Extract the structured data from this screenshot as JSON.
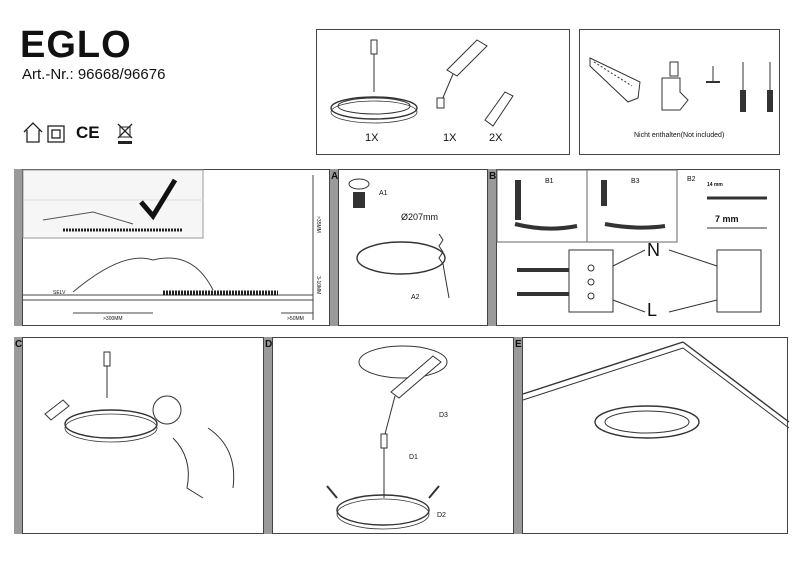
{
  "brand": "EGLO",
  "article_number": "Art.-Nr.: 96668/96676",
  "ce_mark": "CE",
  "parts": {
    "lamp_qty": "1X",
    "driver_qty": "1X",
    "clip_qty": "2X"
  },
  "tools": {
    "caption": "Nicht enthalten(Not included)"
  },
  "steps": {
    "a_label": "A",
    "a1": "A1",
    "a2": "A2",
    "cutout": "Ø207mm",
    "b_label": "B",
    "b1": "B1",
    "b2": "B2",
    "b3": "B3",
    "strip_14": "14 mm",
    "strip_7": "7 mm",
    "term_n": "N",
    "term_l": "L",
    "c_label": "C",
    "d_label": "D",
    "d1": "D1",
    "d2": "D2",
    "d3": "D3",
    "e_label": "E"
  },
  "installation": {
    "selv": "SELV",
    "dist_300": ">300MM",
    "dist_50": ">50MM",
    "depth_35": ">35MM",
    "depth_3_10": "3-10MM"
  }
}
